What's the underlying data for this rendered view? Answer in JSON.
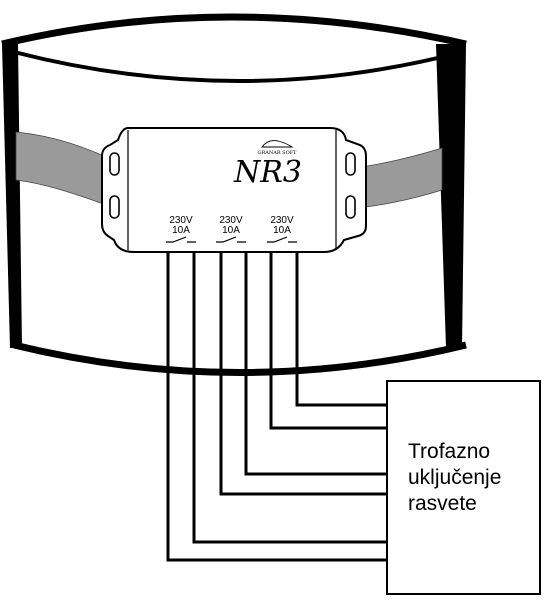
{
  "device": {
    "brand": "GRANAR SOFT",
    "model": "NR3",
    "relays": [
      {
        "voltage": "230V",
        "current": "10A"
      },
      {
        "voltage": "230V",
        "current": "10A"
      },
      {
        "voltage": "230V",
        "current": "10A"
      }
    ]
  },
  "load_box": {
    "line1": "Trofazno",
    "line2": "uključenje",
    "line3": "rasvete"
  }
}
